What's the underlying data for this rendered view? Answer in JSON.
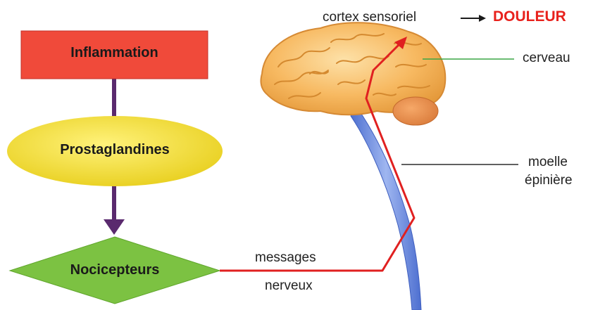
{
  "nodes": {
    "inflammation": "Inflammation",
    "prostaglandines": "Prostaglandines",
    "nocicepteurs": "Nocicepteurs"
  },
  "labels": {
    "cortex": "cortex sensoriel",
    "arrow_glyph": "→",
    "douleur": "DOULEUR",
    "cerveau": "cerveau",
    "moelle_line1": "moelle",
    "moelle_line2": "épinière",
    "messages": "messages",
    "nerveux": "nerveux"
  },
  "colors": {
    "inflammation_fill": "#f04a3a",
    "prostaglandines_fill": "#f2e23c",
    "nocicepteurs_fill": "#7cc242",
    "flow_arrow": "#5a2a6e",
    "nerve_path": "#e02020",
    "brain_fill": "#f7b961",
    "spinal_cord": "#6f8fe0",
    "douleur_text": "#e8211c"
  }
}
